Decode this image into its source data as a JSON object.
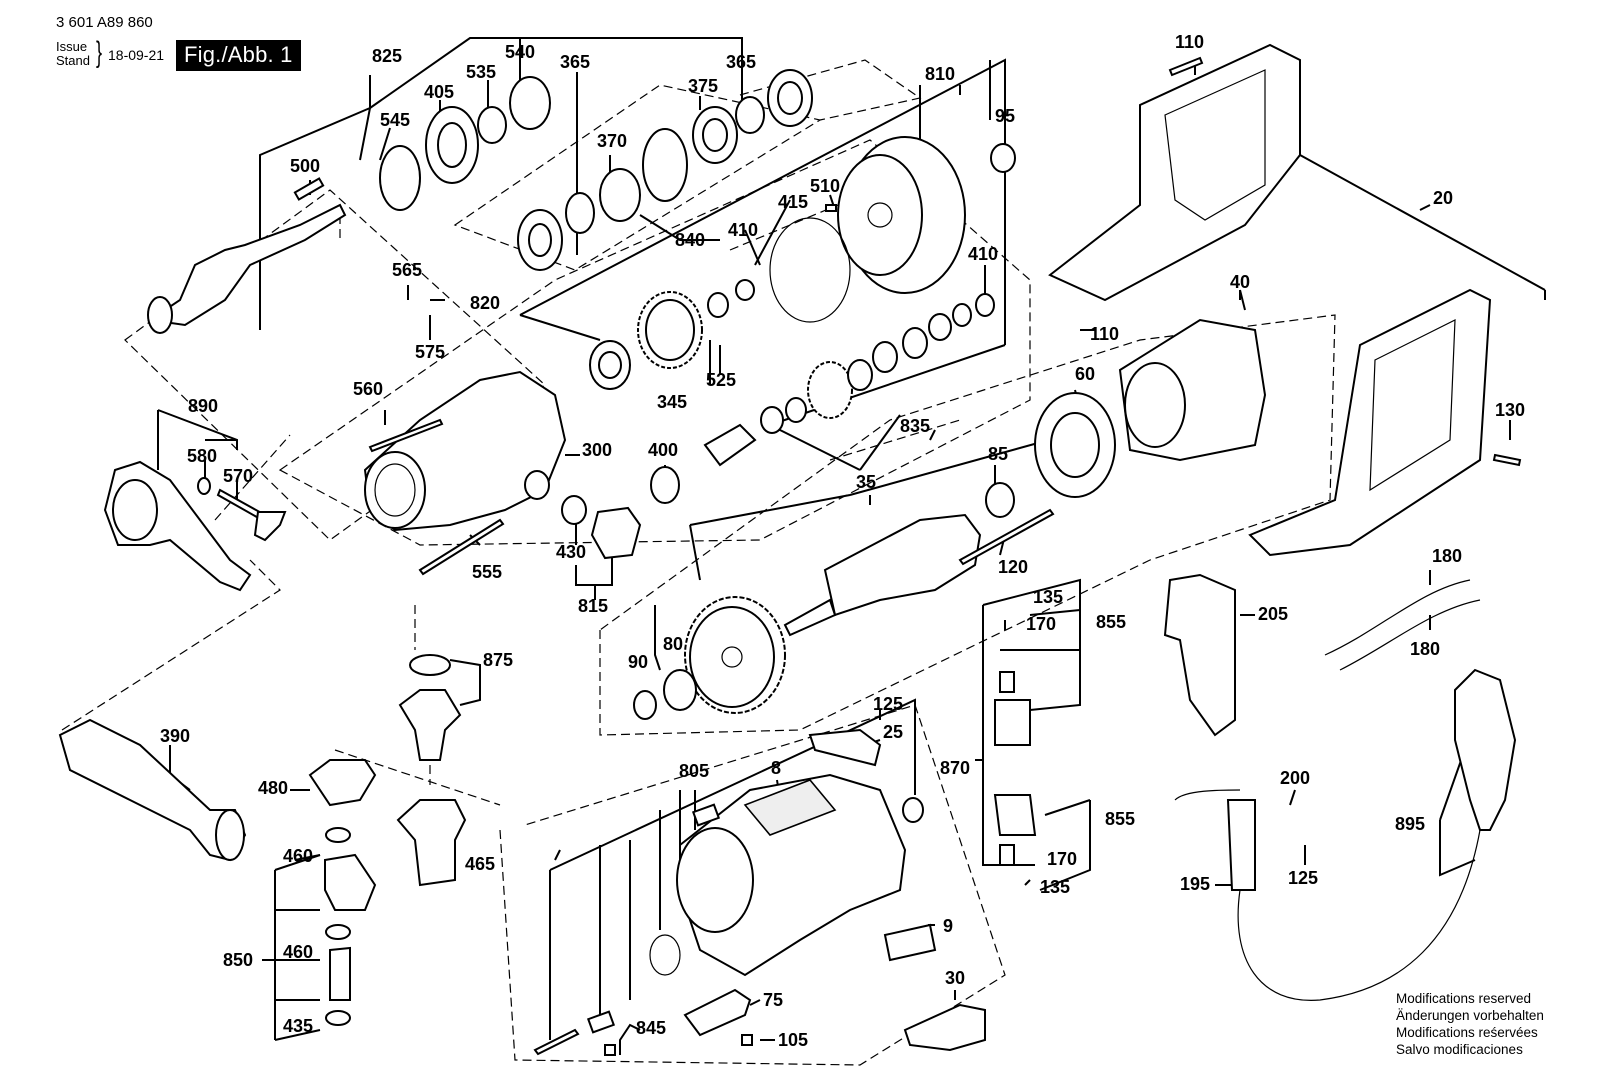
{
  "header": {
    "doc_number": "3 601 A89 860",
    "issue_label_1": "Issue",
    "issue_label_2": "Stand",
    "issue_date": "18-09-21",
    "figure_label": "Fig./Abb. 1"
  },
  "notes": [
    "Modifications reserved",
    "Änderungen vorbehalten",
    "Modifications reśervées",
    "Salvo modificaciones"
  ],
  "labels": {
    "p825": "825",
    "p540": "540",
    "p365a": "365",
    "p365b": "365",
    "p405": "405",
    "p535": "535",
    "p375": "375",
    "p545": "545",
    "p370": "370",
    "p500": "500",
    "p840": "840",
    "p810": "810",
    "p95": "95",
    "p510": "510",
    "p415": "415",
    "p410a": "410",
    "p410b": "410",
    "p110a": "110",
    "p110b": "110",
    "p20": "20",
    "p40": "40",
    "p565": "565",
    "p820": "820",
    "p575": "575",
    "p525": "525",
    "p345": "345",
    "p560": "560",
    "p890": "890",
    "p580": "580",
    "p570": "570",
    "p300": "300",
    "p400": "400",
    "p835": "835",
    "p60": "60",
    "p130": "130",
    "p85": "85",
    "p35": "35",
    "p430": "430",
    "p555": "555",
    "p815": "815",
    "p120": "120",
    "p135a": "135",
    "p170a": "170",
    "p855a": "855",
    "p205": "205",
    "p180a": "180",
    "p180b": "180",
    "p80": "80",
    "p875": "875",
    "p90": "90",
    "p125a": "125",
    "p25": "25",
    "p390": "390",
    "p480": "480",
    "p805": "805",
    "p8": "8",
    "p870": "870",
    "p200": "200",
    "p465": "465",
    "p460a": "460",
    "p855b": "855",
    "p895": "895",
    "p170b": "170",
    "p135b": "135",
    "p125b": "125",
    "p195": "195",
    "p850": "850",
    "p460b": "460",
    "p9": "9",
    "p30": "30",
    "p75": "75",
    "p435": "435",
    "p845": "845",
    "p105": "105"
  }
}
